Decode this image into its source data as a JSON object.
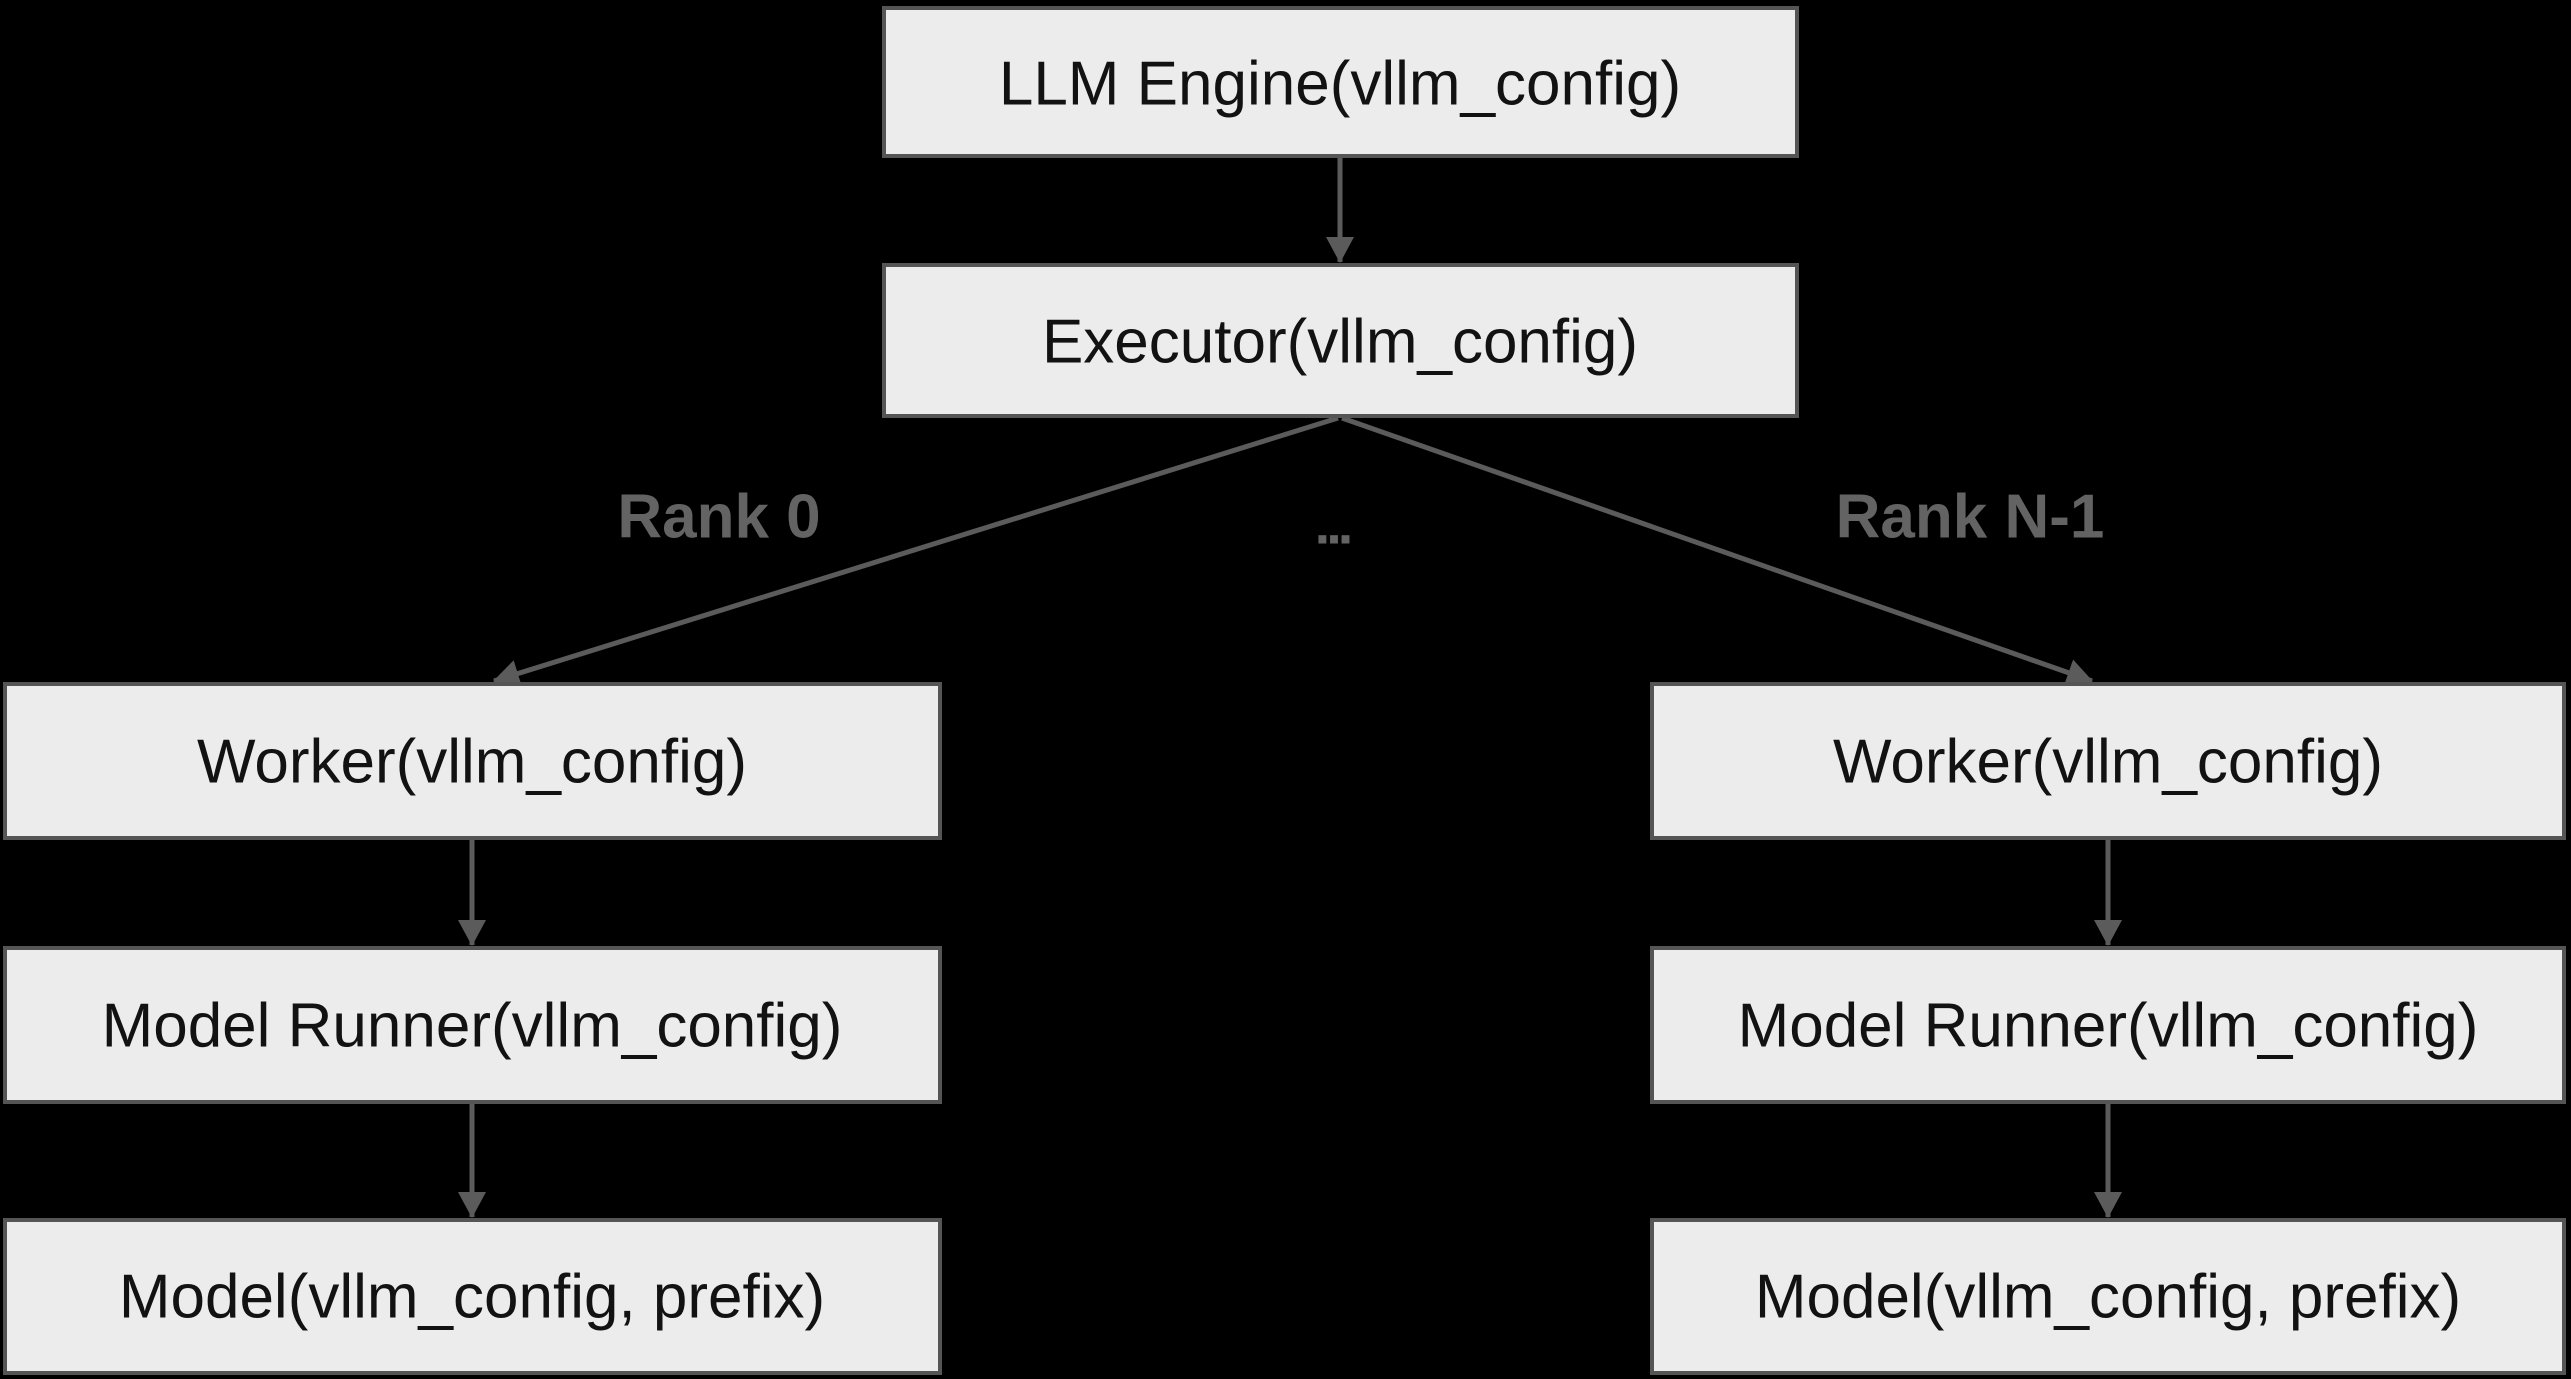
{
  "diagram": {
    "type": "flowchart",
    "colors": {
      "background": "#000000",
      "node_fill": "#ececec",
      "node_stroke": "#555555",
      "edge_stroke": "#5b5b5b",
      "edge_label": "#636363",
      "node_text": "#121212"
    },
    "nodes": {
      "llm_engine": "LLM Engine(vllm_config)",
      "executor": "Executor(vllm_config)",
      "worker_0": "Worker(vllm_config)",
      "worker_n": "Worker(vllm_config)",
      "model_runner_0": "Model Runner(vllm_config)",
      "model_runner_n": "Model Runner(vllm_config)",
      "model_0": "Model(vllm_config, prefix)",
      "model_n": "Model(vllm_config, prefix)"
    },
    "edge_labels": {
      "rank_0": "Rank 0",
      "ellipsis": "...",
      "rank_n": "Rank N-1"
    }
  }
}
